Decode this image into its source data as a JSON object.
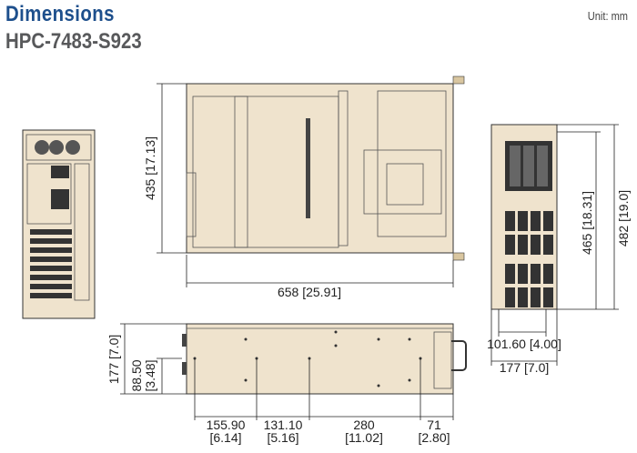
{
  "header": {
    "title": "Dimensions",
    "model": "HPC-7483-S923",
    "unit": "Unit: mm"
  },
  "dimensions": {
    "top_depth": "435 [17.13]",
    "top_length": "658 [25.91]",
    "right_inner_height": "465 [18.31]",
    "right_outer_height": "482 [19.0]",
    "right_inner_width": "101.60 [4.00]",
    "right_outer_width": "177 [7.0]",
    "side_height": "177 [7.0]",
    "side_half_height_mm": "88.50",
    "side_half_height_in": "[3.48]",
    "side_segments": [
      {
        "mm": "155.90",
        "in": "[6.14]"
      },
      {
        "mm": "131.10",
        "in": "[5.16]"
      },
      {
        "mm": "280",
        "in": "[11.02]"
      },
      {
        "mm": "71",
        "in": "[2.80]"
      }
    ]
  }
}
